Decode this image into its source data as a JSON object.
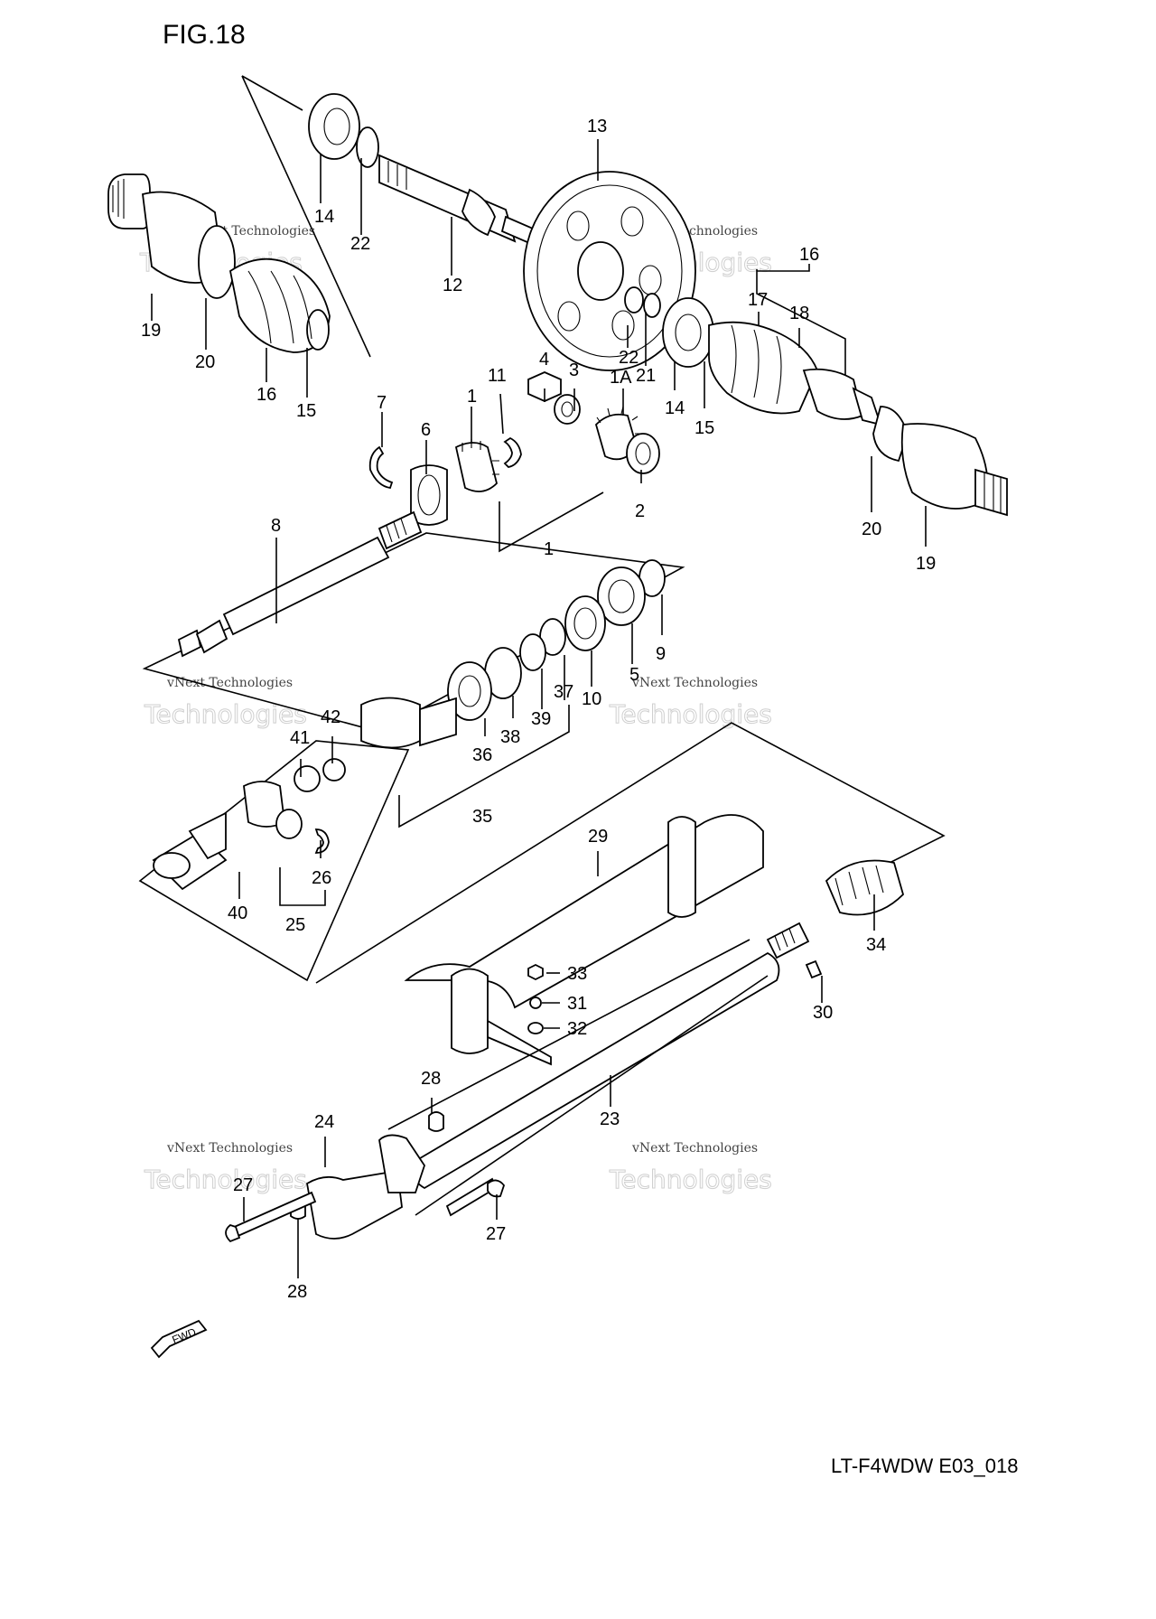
{
  "figure": {
    "title": "FIG.18",
    "code": "LT-F4WDW E03_018"
  },
  "fwd_label": "FWD",
  "watermark": {
    "line1": "vNext",
    "line2": "vNext Technologies",
    "line3": "Technologies"
  },
  "callouts": {
    "c14a": "14",
    "c22a": "22",
    "c12": "12",
    "c13": "13",
    "c19a": "19",
    "c20a": "20",
    "c16a": "16",
    "c15a": "15",
    "c16b": "16",
    "c17": "17",
    "c18": "18",
    "c22b": "22",
    "c21": "21",
    "c14b": "14",
    "c15b": "15",
    "c20b": "20",
    "c19b": "19",
    "c7": "7",
    "c6": "6",
    "c1a": "1",
    "c11": "11",
    "c4": "4",
    "c3": "3",
    "c1A": "1A",
    "c2": "2",
    "c8": "8",
    "c1b": "1",
    "c9": "9",
    "c5": "5",
    "c10": "10",
    "c37": "37",
    "c39": "39",
    "c38": "38",
    "c36": "36",
    "c35": "35",
    "c42": "42",
    "c41": "41",
    "c26": "26",
    "c40": "40",
    "c25": "25",
    "c29": "29",
    "c34": "34",
    "c33": "33",
    "c31": "31",
    "c32": "32",
    "c30": "30",
    "c28a": "28",
    "c23": "23",
    "c24": "24",
    "c27a": "27",
    "c27b": "27",
    "c28b": "28"
  },
  "colors": {
    "ink": "#000000",
    "paper": "#ffffff",
    "watermark": "#cfcfcf"
  }
}
